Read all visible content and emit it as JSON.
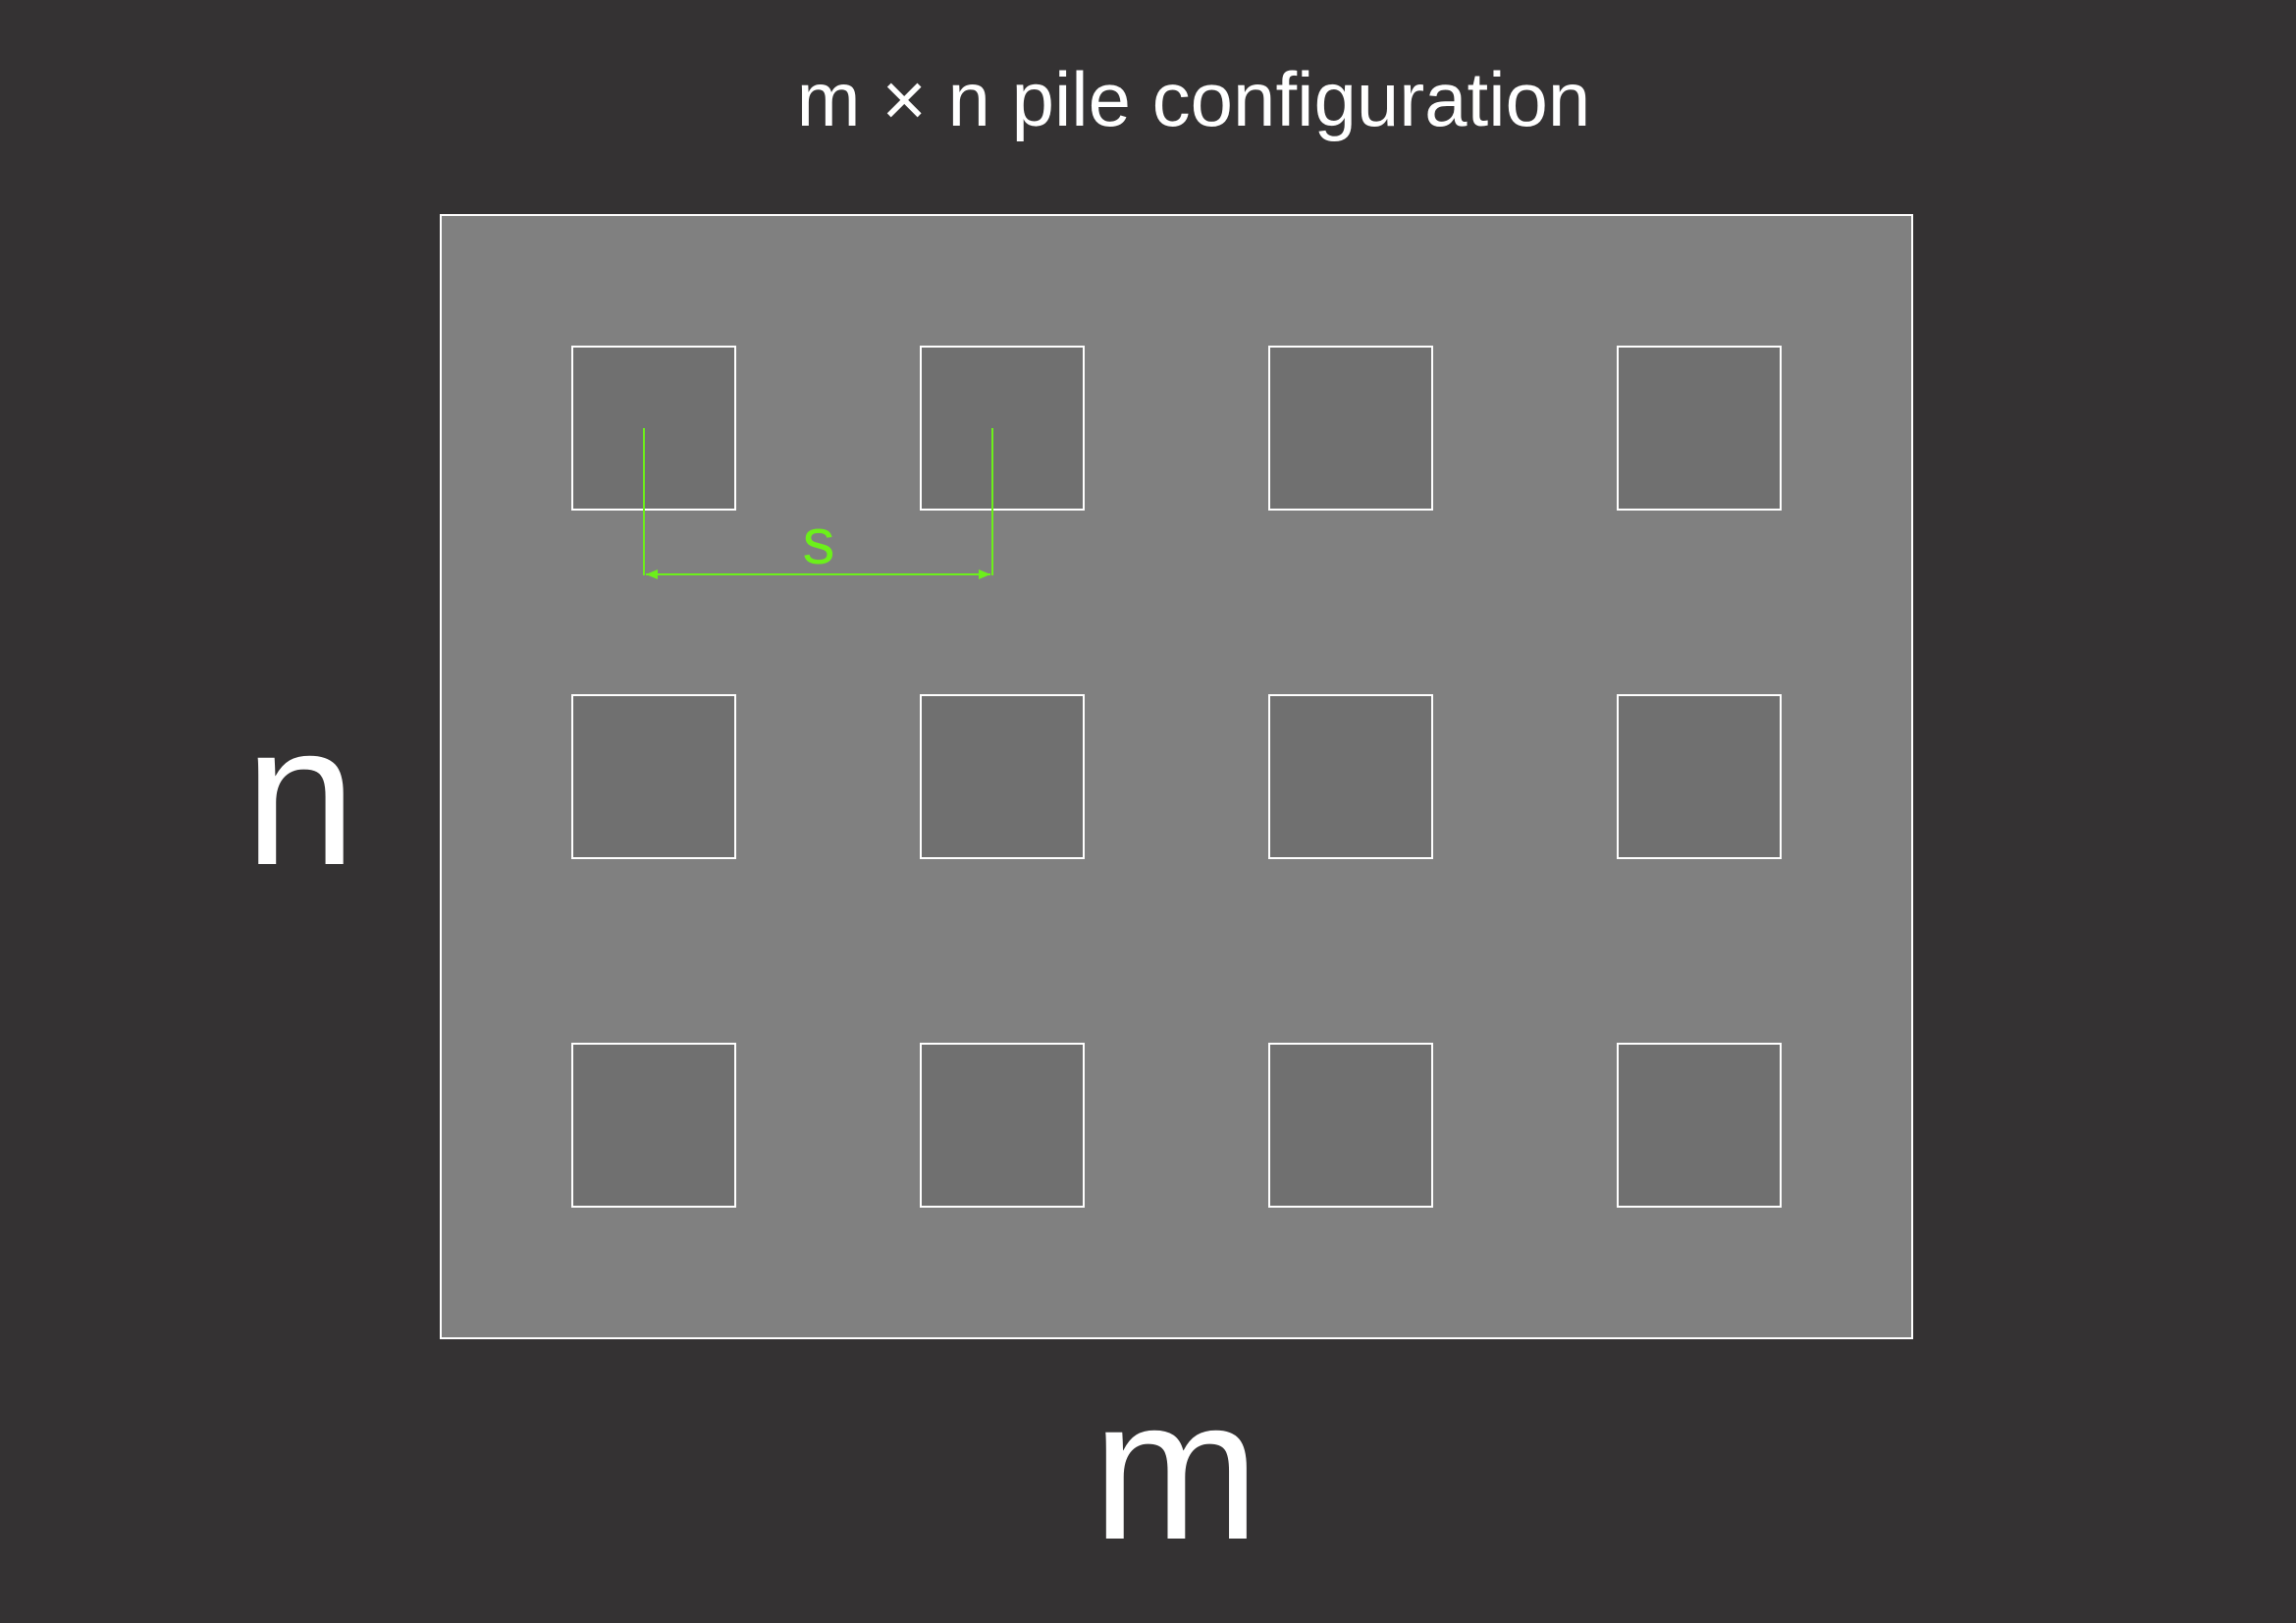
{
  "title": "m × n pile configuration",
  "labels": {
    "rows": "n",
    "columns": "m",
    "spacing": "s"
  },
  "grid": {
    "columns": 4,
    "rows": 3
  },
  "colors": {
    "background": "#343233",
    "cap": "#808080",
    "pile": "#707070",
    "outline": "#ffffff",
    "dimension": "#6cf01a"
  }
}
